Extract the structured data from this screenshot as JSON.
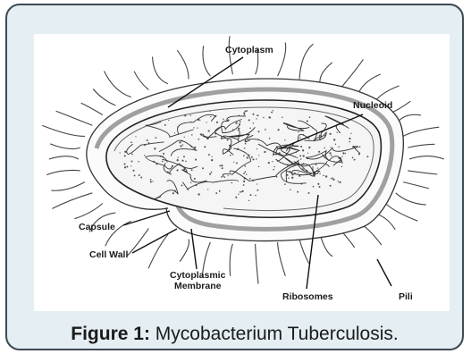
{
  "figure": {
    "caption_label": "Figure 1:",
    "caption_text": " Mycobacterium Tuberculosis."
  },
  "labels": {
    "cytoplasm": "Cytoplasm",
    "nucleoid": "Nucleoid",
    "capsule": "Capsule",
    "cell_wall": "Cell Wall",
    "cytoplasmic_membrane_line1": "Cytoplasmic",
    "cytoplasmic_membrane_line2": "Membrane",
    "ribosomes": "Ribosomes",
    "pili": "Pili"
  },
  "colors": {
    "frame_border": "#3c4a52",
    "frame_background": "#e4eef3",
    "panel_background": "#ffffff",
    "ink": "#1a1a1a"
  }
}
